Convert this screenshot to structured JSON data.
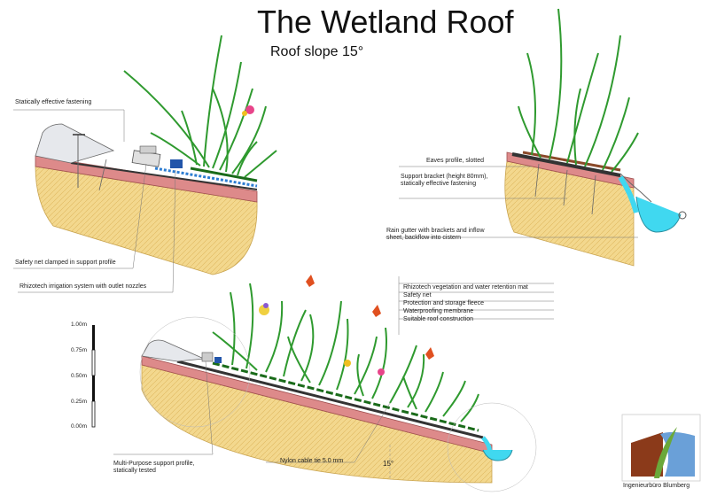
{
  "title": "The Wetland Roof",
  "subtitle": "Roof slope 15°",
  "labels": {
    "static_fastening": "Statically effective fastening",
    "safety_net_clamped": "Safety net clamped in support profile",
    "irrigation": "Rhizotech irrigation system with outlet nozzles",
    "eaves_profile": "Eaves profile, slotted",
    "support_bracket": "Support bracket (height 80mm), statically effective fastening",
    "rain_gutter": "Rain gutter with brackets and inflow sheet, backflow into cistern",
    "veg_mat": "Rhizotech vegetation and water retention mat",
    "safety_net": "Safety net",
    "fleece": "Protection and storage fleece",
    "membrane": "Waterproofing membrane",
    "roof_construction": "Suitable roof construction",
    "multi_purpose": "Multi-Purpose support profile, statically tested",
    "nylon_tie": "Nylon cable tie 5.0 mm",
    "angle": "15°"
  },
  "scale": [
    "1.00m",
    "0.75m",
    "0.50m",
    "0.25m",
    "0.00m"
  ],
  "company": "Ingenieurbüro Blumberg",
  "colors": {
    "insulation": "#f3d88e",
    "concrete": "#dd8a8a",
    "grass": "#2f9a2f",
    "water": "#40d8f0",
    "logo_brown": "#8b3a1a",
    "logo_green": "#6aa83a",
    "logo_blue": "#6aa0d8"
  }
}
